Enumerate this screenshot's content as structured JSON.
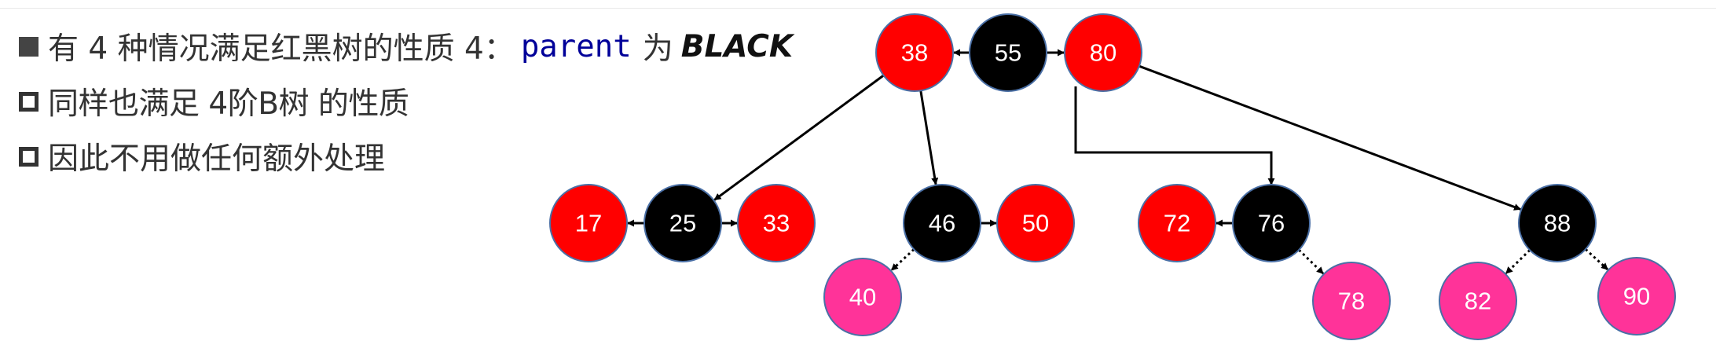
{
  "bullets": [
    {
      "style": "filled",
      "text_before": "有 4 种情况满足红黑树的性质 4：",
      "code": "parent",
      "text_middle": "为",
      "emphasis": "BLACK"
    },
    {
      "style": "hollow",
      "text": "同样也满足 4阶B树 的性质"
    },
    {
      "style": "hollow",
      "text": "因此不用做任何额外处理"
    }
  ],
  "colors": {
    "red_node": "#ff0000",
    "black_node": "#000000",
    "pink_node": "#ff3399",
    "node_stroke": "#4a6fa5",
    "edge": "#000000"
  },
  "tree": {
    "nodes": [
      {
        "id": "38",
        "label": "38",
        "color": "red"
      },
      {
        "id": "55",
        "label": "55",
        "color": "black"
      },
      {
        "id": "80",
        "label": "80",
        "color": "red"
      },
      {
        "id": "17",
        "label": "17",
        "color": "red"
      },
      {
        "id": "25",
        "label": "25",
        "color": "black"
      },
      {
        "id": "33",
        "label": "33",
        "color": "red"
      },
      {
        "id": "46",
        "label": "46",
        "color": "black"
      },
      {
        "id": "50",
        "label": "50",
        "color": "red"
      },
      {
        "id": "72",
        "label": "72",
        "color": "red"
      },
      {
        "id": "76",
        "label": "76",
        "color": "black"
      },
      {
        "id": "88",
        "label": "88",
        "color": "black"
      },
      {
        "id": "40",
        "label": "40",
        "color": "pink"
      },
      {
        "id": "78",
        "label": "78",
        "color": "pink"
      },
      {
        "id": "82",
        "label": "82",
        "color": "pink"
      },
      {
        "id": "90",
        "label": "90",
        "color": "pink"
      }
    ],
    "edges": [
      {
        "from": "55",
        "to": "38",
        "style": "solid"
      },
      {
        "from": "55",
        "to": "80",
        "style": "solid"
      },
      {
        "from": "38",
        "to": "25",
        "style": "solid"
      },
      {
        "from": "38",
        "to": "46",
        "style": "solid"
      },
      {
        "from": "80",
        "to": "76",
        "style": "solid"
      },
      {
        "from": "80",
        "to": "88",
        "style": "solid"
      },
      {
        "from": "25",
        "to": "17",
        "style": "solid"
      },
      {
        "from": "25",
        "to": "33",
        "style": "solid"
      },
      {
        "from": "46",
        "to": "50",
        "style": "solid"
      },
      {
        "from": "76",
        "to": "72",
        "style": "solid"
      },
      {
        "from": "46",
        "to": "40",
        "style": "dotted"
      },
      {
        "from": "76",
        "to": "78",
        "style": "dotted"
      },
      {
        "from": "88",
        "to": "82",
        "style": "dotted"
      },
      {
        "from": "88",
        "to": "90",
        "style": "dotted"
      }
    ]
  }
}
